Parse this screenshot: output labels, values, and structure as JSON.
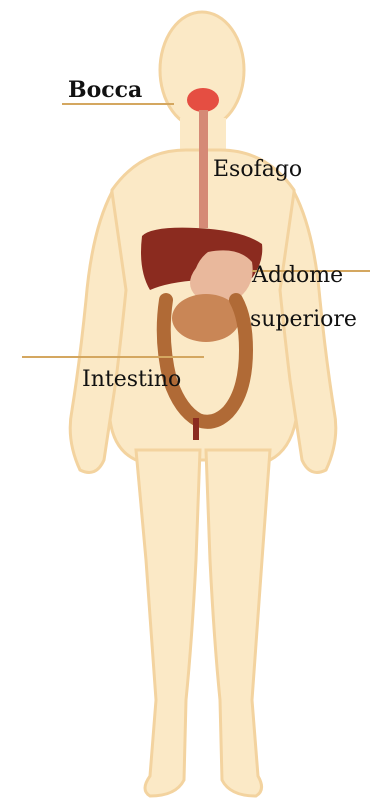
{
  "labels": {
    "bocca": "Bocca",
    "esofago": "Esofago",
    "addome_line1": "Addome",
    "addome_line2": "superiore",
    "intestino": "Intestino"
  },
  "colors": {
    "background": "#ffffff",
    "skin": "#fbe9c6",
    "skin_outline": "#f3d39f",
    "liver": "#8b2b1f",
    "stomach": "#e9b89c",
    "intestine": "#b06a36",
    "esophagus": "#d58a76",
    "mouth": "#e0322a",
    "leader": "#d4a760"
  },
  "icons": {
    "figure": "human-body-digestive-system-icon"
  }
}
